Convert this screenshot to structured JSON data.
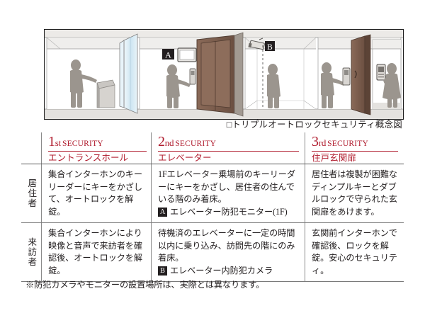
{
  "illustration": {
    "caption": "□トリプルオートロックセキュリティ概念図",
    "marker_a": "A",
    "marker_b": "B",
    "scene_names": [
      "entrance-hall-scene",
      "elevator-hall-scene",
      "elevator-interior-scene",
      "dwelling-entrance-scene"
    ]
  },
  "table": {
    "columns": [
      {
        "ordinal": "1",
        "ordinal_suffix": "st",
        "word": "SECURITY",
        "subtitle": "エントランスホール"
      },
      {
        "ordinal": "2",
        "ordinal_suffix": "nd",
        "word": "SECURITY",
        "subtitle": "エレベーター"
      },
      {
        "ordinal": "3",
        "ordinal_suffix": "rd",
        "word": "SECURITY",
        "subtitle": "住戸玄関扉"
      }
    ],
    "rows": [
      {
        "label": "居住者",
        "cells": [
          {
            "text": "集合インターホンのキーリーダーにキーをかざして、オートロックを解錠。",
            "marker": null,
            "marker_text": null
          },
          {
            "text": "1Fエレベーター乗場前のキーリーダーにキーをかざし、居住者の住んでいる階のみ着床。",
            "marker": "A",
            "marker_text": "エレベーター防犯モニター(1F)"
          },
          {
            "text": "居住者は複製が困難なディンプルキーとダブルロックで守られた玄関扉をあけます。",
            "marker": null,
            "marker_text": null
          }
        ]
      },
      {
        "label": "来訪者",
        "cells": [
          {
            "text": "集合インターホンにより映像と音声で来訪者を確認後、オートロックを解錠。",
            "marker": null,
            "marker_text": null
          },
          {
            "text": "待機済のエレベーターに一定の時間以内に乗り込み、訪問先の階にのみ着床。",
            "marker": "B",
            "marker_text": "エレベーター内防犯カメラ"
          },
          {
            "text": "玄関前インターホンで確認後、ロックを解錠。安心のセキュリティ。",
            "marker": null,
            "marker_text": null
          }
        ]
      }
    ]
  },
  "footnote": "※防犯カメラやモニターの設置場所は、実際とは異なります。",
  "colors": {
    "accent_red": "#b01c2e",
    "text": "#231f20",
    "rule": "#595959",
    "badge_bg": "#231f20",
    "figure_gray": "#9b958e",
    "door_brown": "#7b5f50",
    "glass_blue": "#d7e9f3"
  }
}
